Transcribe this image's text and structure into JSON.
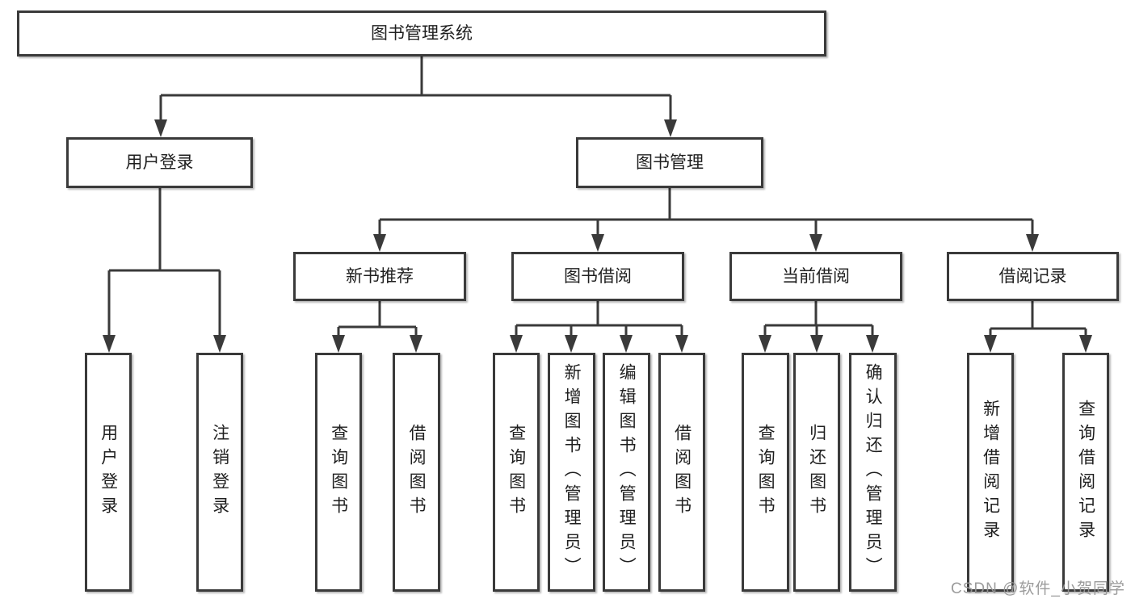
{
  "diagram": {
    "root": {
      "label": "图书管理系统"
    },
    "children": [
      {
        "label": "用户登录",
        "children": [
          {
            "label": "用户登录"
          },
          {
            "label": "注销登录"
          }
        ]
      },
      {
        "label": "图书管理",
        "children": [
          {
            "label": "新书推荐",
            "children": [
              {
                "label": "查询图书"
              },
              {
                "label": "借阅图书"
              }
            ]
          },
          {
            "label": "图书借阅",
            "children": [
              {
                "label": "查询图书"
              },
              {
                "label": "新增图书（管理员）"
              },
              {
                "label": "编辑图书（管理员）"
              },
              {
                "label": "借阅图书"
              }
            ]
          },
          {
            "label": "当前借阅",
            "children": [
              {
                "label": "查询图书"
              },
              {
                "label": "归还图书"
              },
              {
                "label": "确认归还（管理员）"
              }
            ]
          },
          {
            "label": "借阅记录",
            "children": [
              {
                "label": "新增借阅记录"
              },
              {
                "label": "查询借阅记录"
              }
            ]
          }
        ]
      }
    ]
  },
  "watermark": {
    "text": "CSDN @软件_小贺同学"
  },
  "colors": {
    "line": "#3a3a3a",
    "box_border": "#3a3a3a",
    "box_background": "#ffffff",
    "text": "#1f1f1f",
    "watermark": "#969696",
    "page_background": "#ffffff"
  }
}
